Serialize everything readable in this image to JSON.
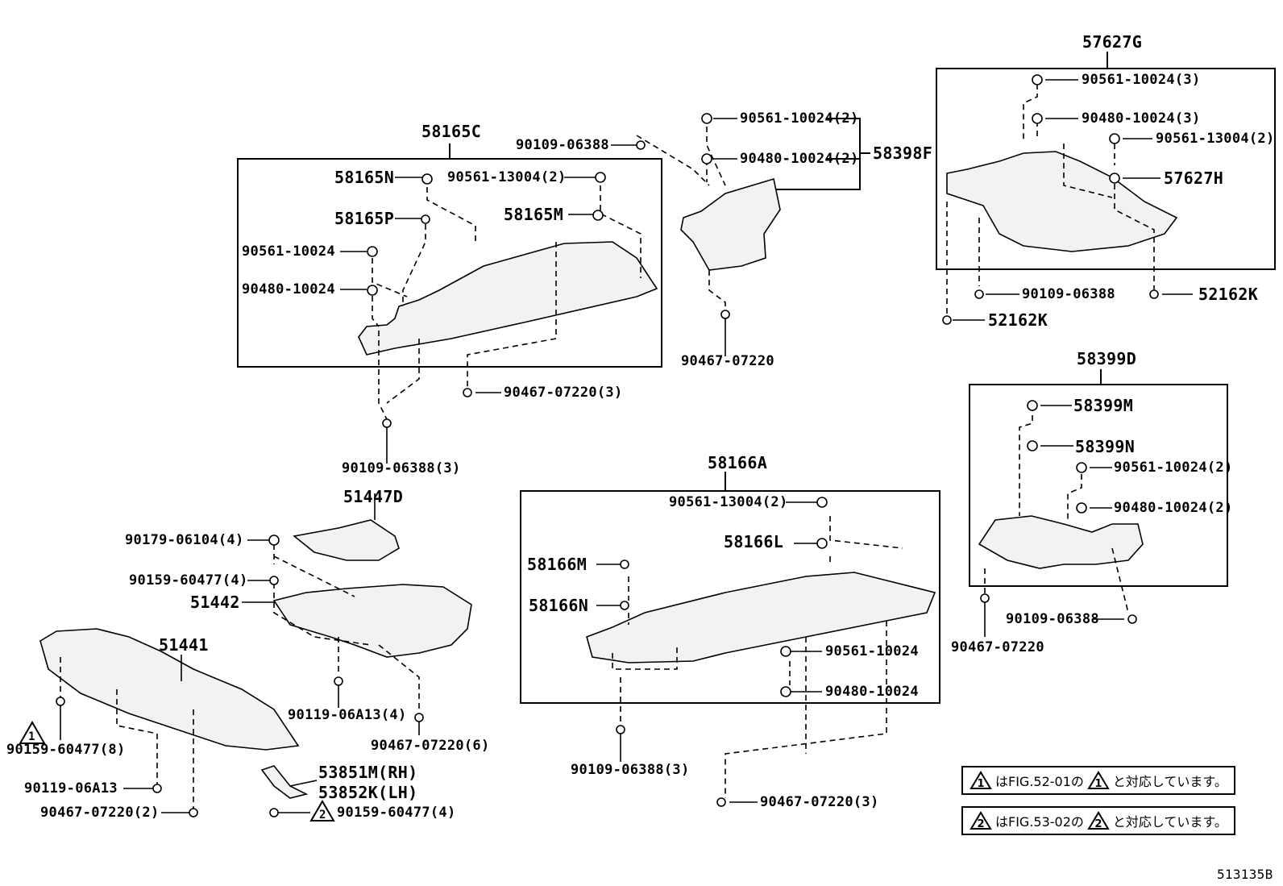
{
  "labels": {
    "l57627G": "57627G",
    "l90561_10024_3": "90561-10024(3)",
    "l90480_10024_3": "90480-10024(3)",
    "l90561_13004_2_r": "90561-13004(2)",
    "l57627H": "57627H",
    "l90109_06388_r": "90109-06388",
    "l52162K_a": "52162K",
    "l52162K_b": "52162K",
    "l58165C": "58165C",
    "l90109_06388_t": "90109-06388",
    "l58165N": "58165N",
    "l90561_13004_2_m": "90561-13004(2)",
    "l58165P": "58165P",
    "l58165M": "58165M",
    "l90561_10024_a": "90561-10024",
    "l90480_10024_a": "90480-10024",
    "l90467_07220_3_a": "90467-07220(3)",
    "l90109_06388_3_a": "90109-06388(3)",
    "l90561_10024_2_a": "90561-10024(2)",
    "l90480_10024_2_a": "90480-10024(2)",
    "l58398F": "58398F",
    "l90467_07220_a": "90467-07220",
    "l58399D": "58399D",
    "l58399M": "58399M",
    "l58399N": "58399N",
    "l90561_10024_2_b": "90561-10024(2)",
    "l90480_10024_2_b": "90480-10024(2)",
    "l90109_06388_b": "90109-06388",
    "l90467_07220_b": "90467-07220",
    "l51447D": "51447D",
    "l90179_06104_4": "90179-06104(4)",
    "l90159_60477_4_a": "90159-60477(4)",
    "l51442": "51442",
    "l51441": "51441",
    "l90159_60477_8": "90159-60477(8)",
    "l90119_06A13_4": "90119-06A13(4)",
    "l90467_07220_6": "90467-07220(6)",
    "l90119_06A13": "90119-06A13",
    "l90467_07220_2": "90467-07220(2)",
    "l53851M": "53851M(RH)",
    "l53852K": "53852K(LH)",
    "l90159_60477_4_b": "90159-60477(4)",
    "l58166A": "58166A",
    "l90561_13004_2_b": "90561-13004(2)",
    "l58166L": "58166L",
    "l58166M": "58166M",
    "l58166N": "58166N",
    "l90561_10024_b": "90561-10024",
    "l90480_10024_b": "90480-10024",
    "l90109_06388_3_b": "90109-06388(3)",
    "l90467_07220_3_b": "90467-07220(3)",
    "ref_code": "513135B"
  },
  "markers": {
    "tri1": "1",
    "tri2": "2"
  },
  "notes": {
    "note1_a": "はFIG.52-01の",
    "note1_b": "と対応しています。",
    "note1_num1": "1",
    "note1_num2": "1",
    "note2_a": "はFIG.53-02の",
    "note2_b": "と対応しています。",
    "note2_num1": "2",
    "note2_num2": "2"
  }
}
